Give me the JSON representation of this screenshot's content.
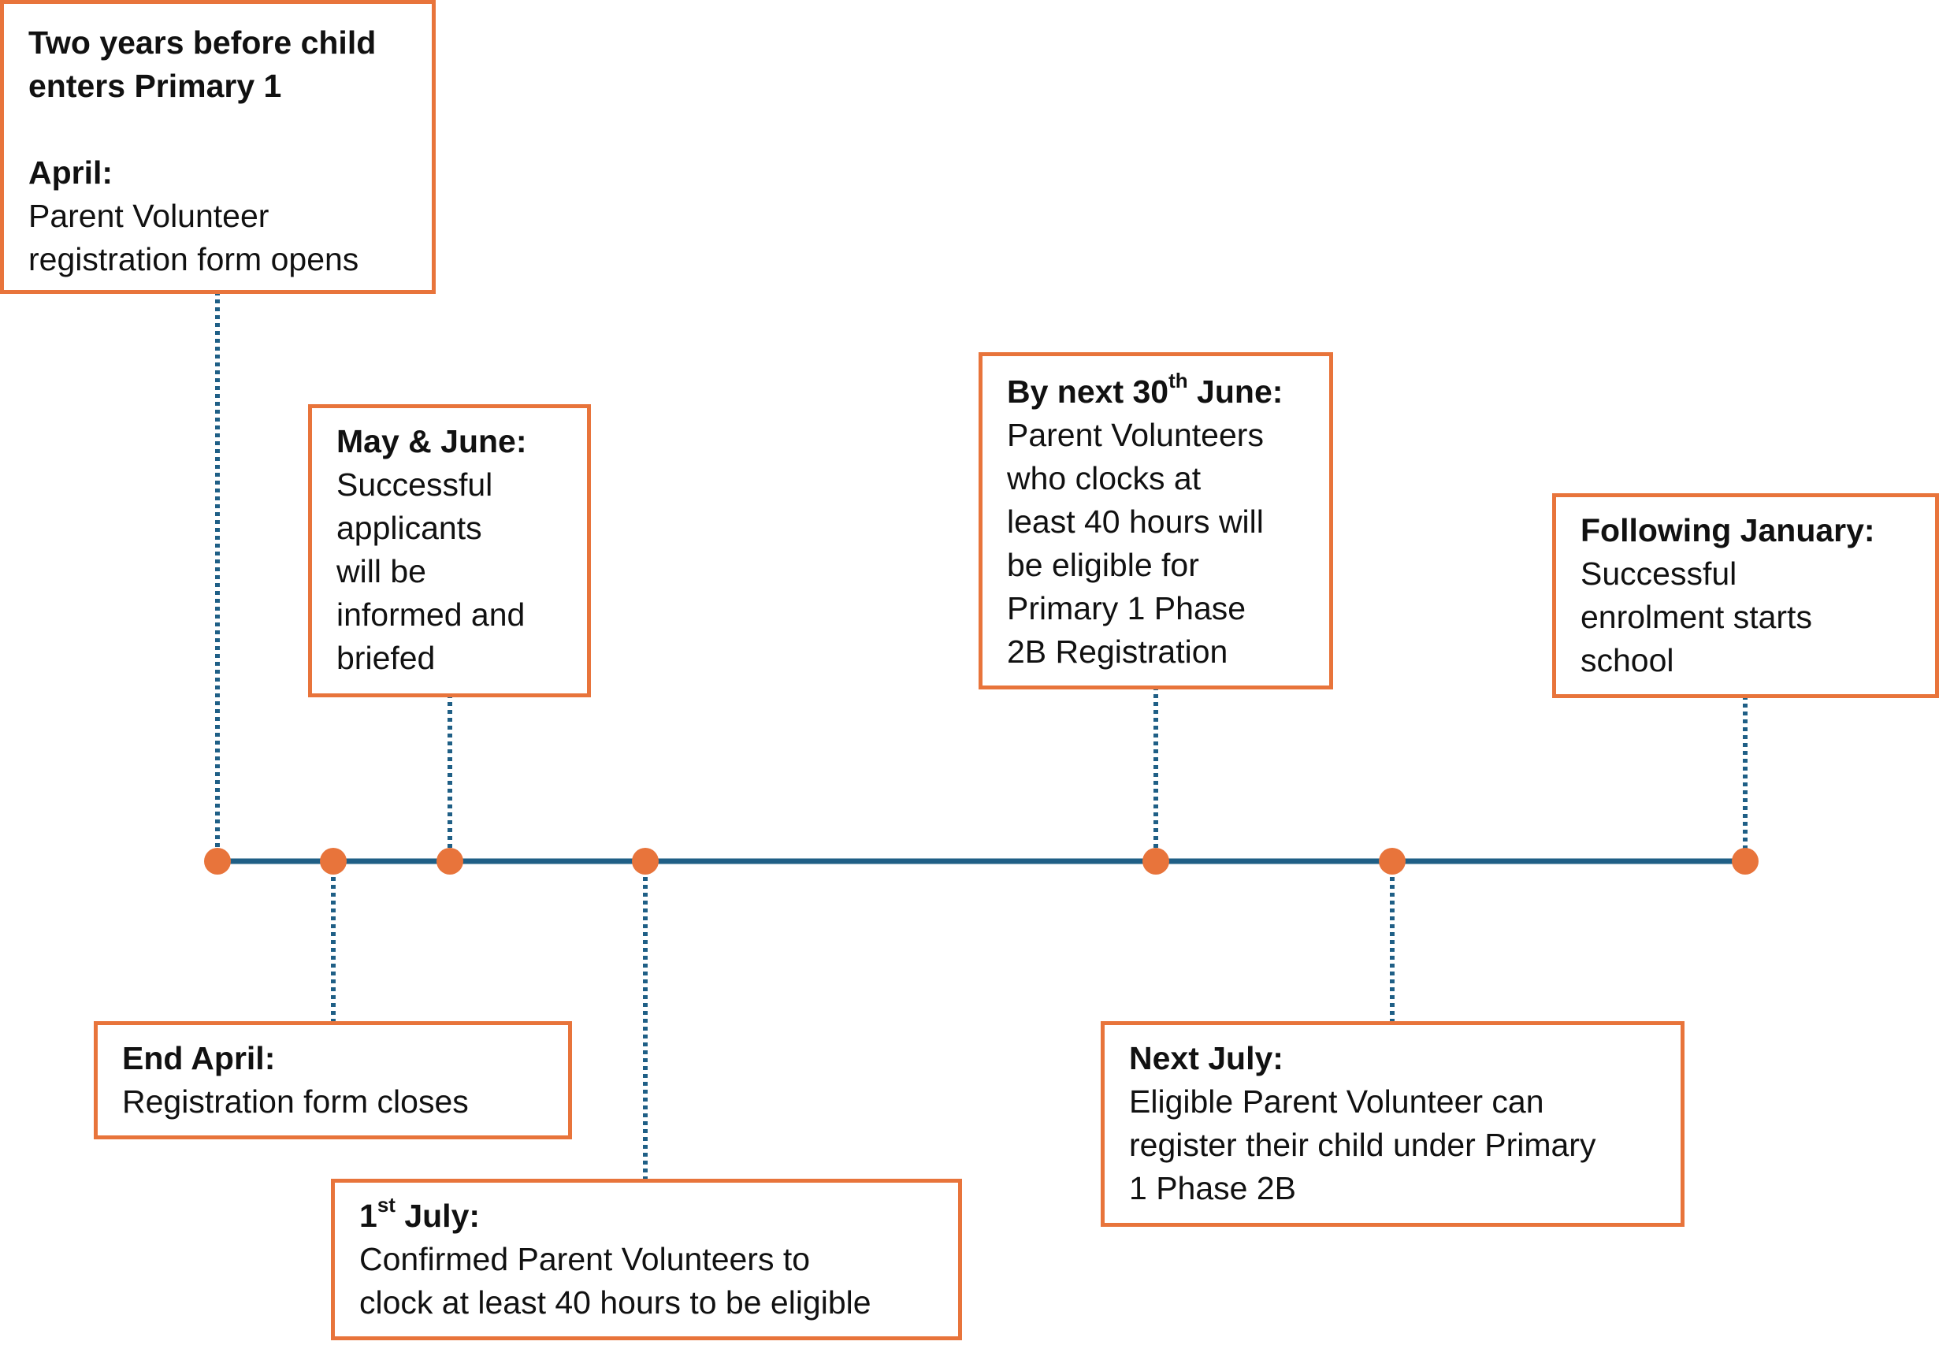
{
  "colors": {
    "box_border": "#E8743B",
    "timeline_line": "#1F5F86",
    "connector": "#1F5F86",
    "marker": "#E8743B"
  },
  "events": {
    "april": {
      "pre_lines": [
        "Two years before child",
        "enters Primary 1"
      ],
      "heading": "April:",
      "lines": [
        "Parent Volunteer",
        "registration form opens"
      ]
    },
    "end_april": {
      "heading": "End April:",
      "lines": [
        "Registration form closes"
      ]
    },
    "may_june": {
      "heading": "May & June:",
      "lines": [
        "Successful",
        "applicants",
        "will be",
        "informed and",
        "briefed"
      ]
    },
    "first_july": {
      "heading_num": "1",
      "heading_sup": "st",
      "heading_rest": " July:",
      "lines": [
        "Confirmed Parent Volunteers to",
        "clock at least 40 hours to be eligible"
      ]
    },
    "next_30_june": {
      "heading_pre": "By next 30",
      "heading_sup": "th",
      "heading_rest": " June:",
      "lines": [
        "Parent Volunteers",
        "who clocks at",
        "least 40 hours will",
        "be eligible for",
        "Primary 1 Phase",
        "2B Registration"
      ]
    },
    "next_july": {
      "heading": "Next July:",
      "lines": [
        "Eligible Parent Volunteer can",
        "register their child under Primary",
        "1 Phase 2B"
      ]
    },
    "following_january": {
      "heading": "Following January:",
      "lines": [
        "Successful",
        "enrolment starts",
        "school"
      ]
    }
  }
}
